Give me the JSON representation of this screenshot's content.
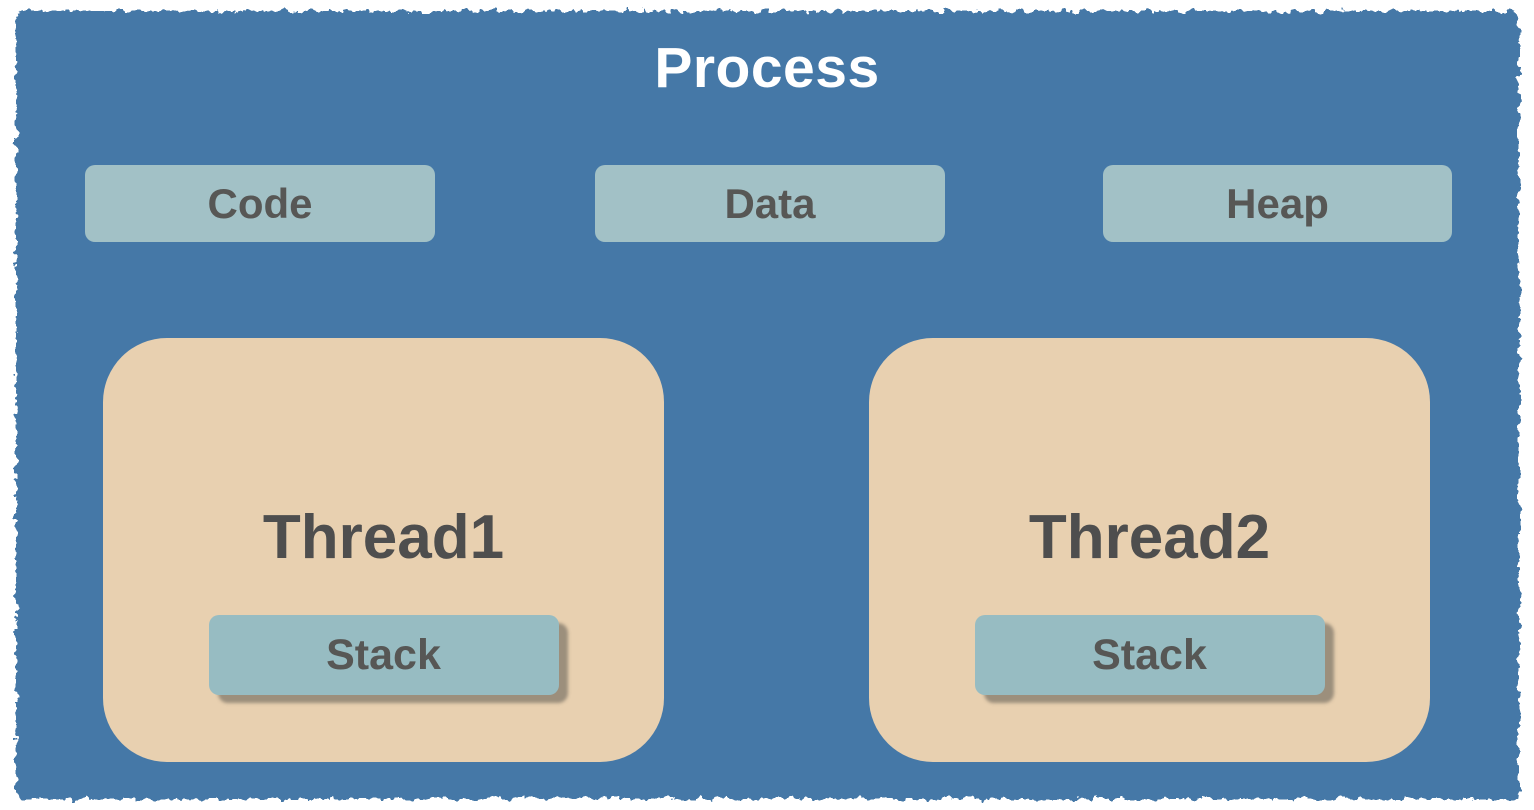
{
  "diagram": {
    "title": "Process",
    "memory_segments": [
      {
        "label": "Code"
      },
      {
        "label": "Data"
      },
      {
        "label": "Heap"
      }
    ],
    "threads": [
      {
        "label": "Thread1",
        "stack": {
          "label": "Stack"
        }
      },
      {
        "label": "Thread2",
        "stack": {
          "label": "Stack"
        }
      }
    ]
  },
  "colors": {
    "page-bg": "#ffffff",
    "process-bg": "#4478a7",
    "segment-bg": "#a2c1c6",
    "thread-bg": "#e8d0b0",
    "stack-bg": "#97bcc2",
    "stack-shadow": "rgba(92, 90, 82, 0.55)",
    "title-text": "#ffffff",
    "label-text": "#575755",
    "thread-text": "#4e4e4e"
  }
}
